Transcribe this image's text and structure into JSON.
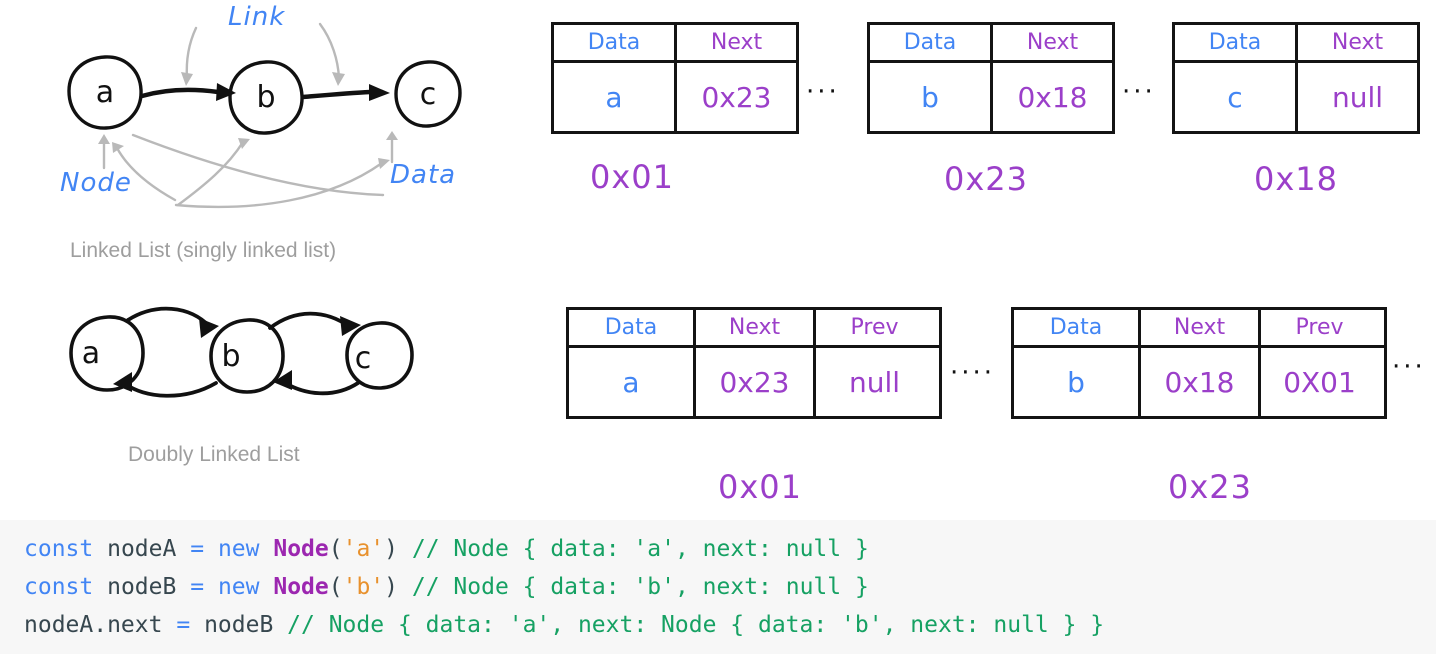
{
  "colors": {
    "blue": "#4285f4",
    "purple": "#9b3fc9",
    "ink": "#141414",
    "caption_gray": "#9e9e9e",
    "code_bg": "#f7f7f7",
    "code_keyword": "#4285f4",
    "code_class": "#9c27b0",
    "code_string": "#e8912d",
    "code_comment": "#16a163",
    "code_text": "#37474f"
  },
  "singly": {
    "caption": "Linked List (singly linked list)",
    "annotations": {
      "link": "Link",
      "node": "Node",
      "data": "Data"
    },
    "nodes": [
      {
        "label": "a"
      },
      {
        "label": "b"
      },
      {
        "label": "c"
      }
    ]
  },
  "doubly": {
    "caption": "Doubly Linked List",
    "nodes": [
      {
        "label": "a"
      },
      {
        "label": "b"
      },
      {
        "label": "c"
      }
    ]
  },
  "singly_records": {
    "headers": [
      "Data",
      "Next"
    ],
    "separator": "···",
    "rows": [
      {
        "data": "a",
        "next": "0x23",
        "address": "0x01"
      },
      {
        "data": "b",
        "next": "0x18",
        "address": "0x23"
      },
      {
        "data": "c",
        "next": "null",
        "address": "0x18"
      }
    ]
  },
  "doubly_records": {
    "headers": [
      "Data",
      "Next",
      "Prev"
    ],
    "separator": "····",
    "trailing_separator": "···",
    "rows": [
      {
        "data": "a",
        "next": "0x23",
        "prev": "null",
        "address": "0x01"
      },
      {
        "data": "b",
        "next": "0x18",
        "prev": "0X01",
        "address": "0x23"
      }
    ]
  },
  "code": {
    "lines": [
      {
        "tokens": [
          {
            "t": "const",
            "c": "kw"
          },
          {
            "t": " ",
            "c": "pun"
          },
          {
            "t": "nodeA",
            "c": "id"
          },
          {
            "t": " ",
            "c": "pun"
          },
          {
            "t": "=",
            "c": "op"
          },
          {
            "t": " ",
            "c": "pun"
          },
          {
            "t": "new",
            "c": "kw"
          },
          {
            "t": " ",
            "c": "pun"
          },
          {
            "t": "Node",
            "c": "cls"
          },
          {
            "t": "(",
            "c": "pun"
          },
          {
            "t": "'a'",
            "c": "str"
          },
          {
            "t": ")",
            "c": "pun"
          },
          {
            "t": " ",
            "c": "pun"
          },
          {
            "t": "// Node { data: 'a', next: null }",
            "c": "com"
          }
        ]
      },
      {
        "tokens": [
          {
            "t": "const",
            "c": "kw"
          },
          {
            "t": " ",
            "c": "pun"
          },
          {
            "t": "nodeB",
            "c": "id"
          },
          {
            "t": " ",
            "c": "pun"
          },
          {
            "t": "=",
            "c": "op"
          },
          {
            "t": " ",
            "c": "pun"
          },
          {
            "t": "new",
            "c": "kw"
          },
          {
            "t": " ",
            "c": "pun"
          },
          {
            "t": "Node",
            "c": "cls"
          },
          {
            "t": "(",
            "c": "pun"
          },
          {
            "t": "'b'",
            "c": "str"
          },
          {
            "t": ")",
            "c": "pun"
          },
          {
            "t": " ",
            "c": "pun"
          },
          {
            "t": "// Node { data: 'b', next: null }",
            "c": "com"
          }
        ]
      },
      {
        "tokens": [
          {
            "t": "nodeA.next",
            "c": "id"
          },
          {
            "t": " ",
            "c": "pun"
          },
          {
            "t": "=",
            "c": "op"
          },
          {
            "t": " ",
            "c": "pun"
          },
          {
            "t": "nodeB",
            "c": "id"
          },
          {
            "t": " ",
            "c": "pun"
          },
          {
            "t": "// Node { data: 'a', next: Node { data: 'b', next: null } }",
            "c": "com"
          }
        ]
      }
    ]
  }
}
